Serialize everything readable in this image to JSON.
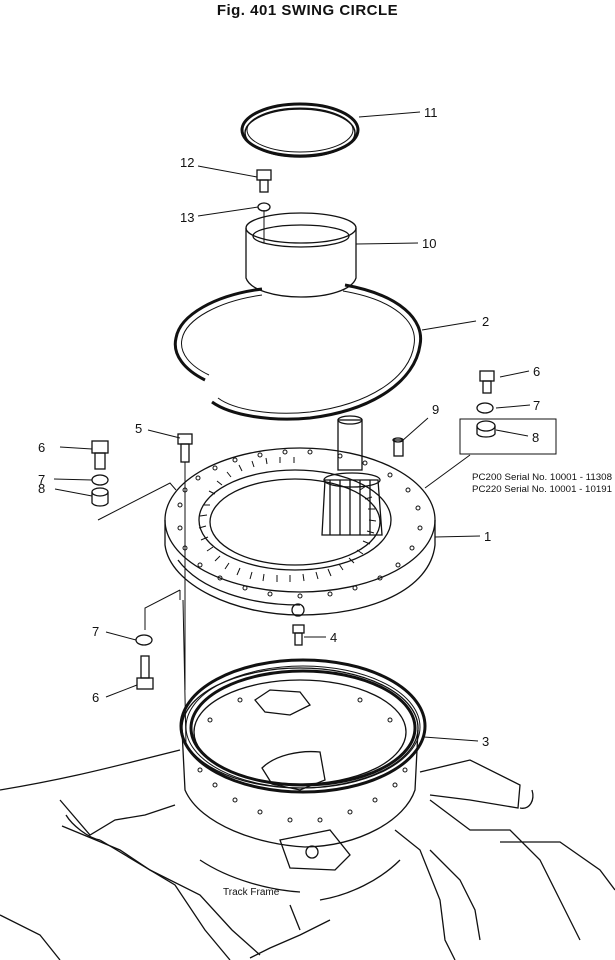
{
  "title": "Fig. 401   SWING CIRCLE",
  "callouts": {
    "c1": "1",
    "c2": "2",
    "c3": "3",
    "c4": "4",
    "c5": "5",
    "c6a": "6",
    "c6b": "6",
    "c6c": "6",
    "c7a": "7",
    "c7b": "7",
    "c7c": "7",
    "c8a": "8",
    "c8b": "8",
    "c9": "9",
    "c10": "10",
    "c11": "11",
    "c12": "12",
    "c13": "13"
  },
  "note": {
    "line1": "PC200  Serial  No. 10001 - 11308",
    "line2": "PC220  Serial  No. 10001 - 10191"
  },
  "track_frame_label": "Track Frame"
}
